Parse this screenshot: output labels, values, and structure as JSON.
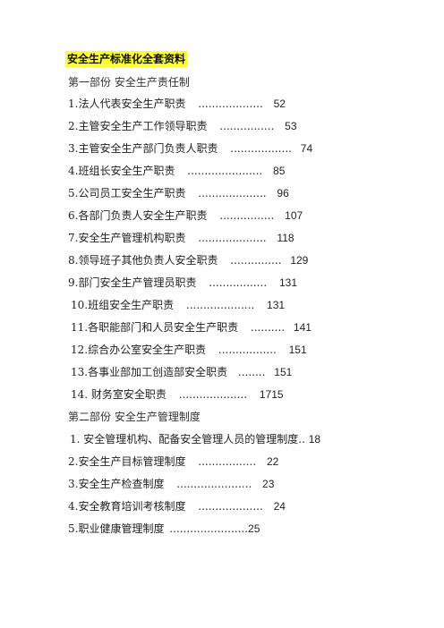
{
  "document": {
    "title": "安全生产标准化全套资料",
    "part1": {
      "heading": "第一部份 安全生产责任制",
      "items": [
        {
          "text": "1.法人代表安全生产职责",
          "dots": "...................",
          "page": "52"
        },
        {
          "text": "2.主管安全生产工作领导职责",
          "dots": "................",
          "page": "53"
        },
        {
          "text": "3.主管安全生产部门负责人职责",
          "dots": "..................",
          "page": "74"
        },
        {
          "text": "4.班组长安全生产职责",
          "dots": "......................",
          "page": "85"
        },
        {
          "text": "5.公司员工安全生产职责",
          "dots": "....................",
          "page": "96"
        },
        {
          "text": "6.各部门负责人安全生产职责",
          "dots": "................",
          "page": "107"
        },
        {
          "text": "7.安全生产管理机构职责",
          "dots": "....................",
          "page": "118"
        },
        {
          "text": "8.领导班子其他负责人安全职责",
          "dots": "...............",
          "page": "129"
        },
        {
          "text": "9.部门安全生产管理员职责",
          "dots": ".................",
          "page": "131"
        },
        {
          "text": "10.班组安全生产职责",
          "dots": "....................",
          "page": "131"
        },
        {
          "text": "11.各职能部门和人员安全生产职责",
          "dots": "..........",
          "page": "141"
        },
        {
          "text": "12.综合办公室安全生产职责",
          "dots": ".................",
          "page": "151"
        },
        {
          "text": "13.各事业部加工创造部安全职责",
          "dots": "........",
          "page": "151"
        },
        {
          "text": "14. 财务室安全职责",
          "dots": "....................",
          "page": "1715"
        }
      ]
    },
    "part2": {
      "heading": "第二部份 安全生产管理制度",
      "items": [
        {
          "text": "1.  安全管理机构、配备安全管理人员的管理制度",
          "dots": "..",
          "page": "18"
        },
        {
          "text": "2.安全生产目标管理制度",
          "dots": ".................",
          "page": "22"
        },
        {
          "text": "3.安全生产检查制度",
          "dots": "......................",
          "page": "23"
        },
        {
          "text": "4.安全教育培训考核制度",
          "dots": "...................",
          "page": "24"
        },
        {
          "text": "5.职业健康管理制度",
          "dots": ".......................",
          "page": "25"
        }
      ]
    }
  }
}
